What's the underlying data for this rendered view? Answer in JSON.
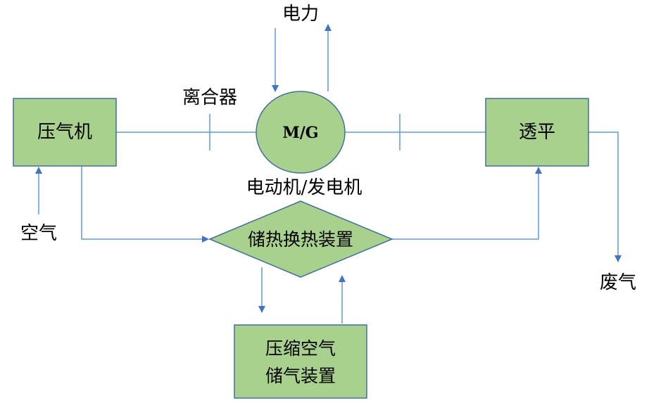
{
  "nodes": {
    "compressor": "压气机",
    "turbine": "透平",
    "motor_generator": "M/G",
    "heat_storage": "储热换热装置",
    "air_storage_line1": "压缩空气",
    "air_storage_line2": "储气装置"
  },
  "labels": {
    "power": "电力",
    "clutch": "离合器",
    "motor_generator_caption": "电动机/发电机",
    "air": "空气",
    "exhaust": "废气"
  },
  "colors": {
    "box_fill": "#a9d18e",
    "box_stroke": "#41719c",
    "line": "#5b9bd5",
    "arrow": "#4472c4"
  }
}
